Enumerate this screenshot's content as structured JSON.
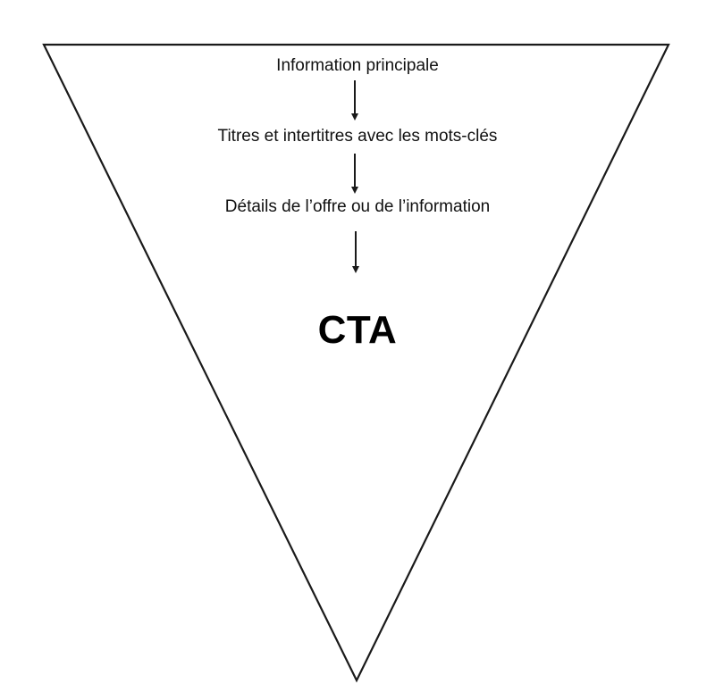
{
  "diagram": {
    "steps": [
      {
        "label": "Information principale"
      },
      {
        "label": "Titres et intertitres avec les mots-clés"
      },
      {
        "label": "Détails de l’offre ou de l’information"
      }
    ],
    "cta": "CTA",
    "colors": {
      "stroke": "#1a1a1a",
      "text": "#111111",
      "background": "#ffffff"
    }
  }
}
